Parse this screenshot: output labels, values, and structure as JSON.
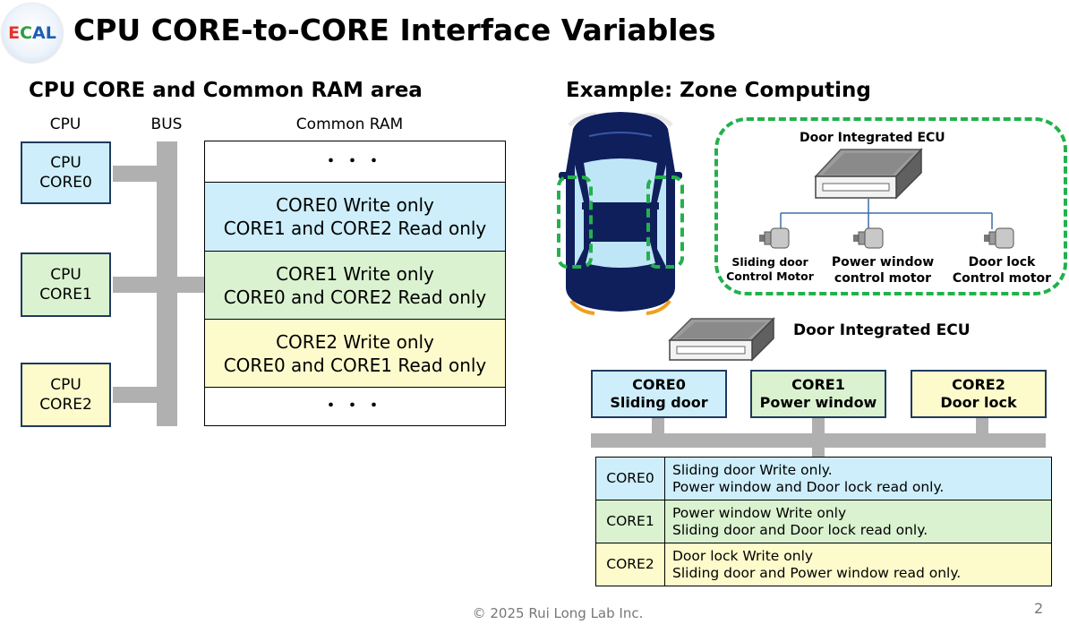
{
  "logo": {
    "e": "E",
    "c": "C",
    "a": "A",
    "l": "L"
  },
  "title": "CPU CORE-to-CORE Interface Variables",
  "left": {
    "section_title": "CPU CORE and Common RAM area",
    "col_cpu": "CPU",
    "col_bus": "BUS",
    "col_ram": "Common RAM",
    "cpus": [
      {
        "line1": "CPU",
        "line2": "CORE0"
      },
      {
        "line1": "CPU",
        "line2": "CORE1"
      },
      {
        "line1": "CPU",
        "line2": "CORE2"
      }
    ],
    "ram_rows": [
      {
        "line1": "・・・",
        "line2": ""
      },
      {
        "line1": "CORE0 Write only",
        "line2": "CORE1 and CORE2 Read only"
      },
      {
        "line1": "CORE1 Write only",
        "line2": "CORE0 and CORE2 Read only"
      },
      {
        "line1": "CORE2 Write only",
        "line2": "CORE0 and CORE1 Read only"
      },
      {
        "line1": "・・・",
        "line2": ""
      }
    ]
  },
  "right": {
    "section_title": "Example: Zone Computing",
    "zone_ecu_label": "Door Integrated ECU",
    "motors": [
      {
        "line1": "Sliding door",
        "line2": "Control Motor"
      },
      {
        "line1": "Power window",
        "line2": "control motor"
      },
      {
        "line1": "Door lock",
        "line2": "Control motor"
      }
    ],
    "ecu_label": "Door Integrated ECU",
    "cores": [
      {
        "line1": "CORE0",
        "line2": "Sliding door"
      },
      {
        "line1": "CORE1",
        "line2": "Power window"
      },
      {
        "line1": "CORE2",
        "line2": "Door lock"
      }
    ],
    "table": [
      {
        "core": "CORE0",
        "line1": "Sliding door Write only.",
        "line2": "Power window and Door lock read only."
      },
      {
        "core": "CORE1",
        "line1": "Power window Write only",
        "line2": "Sliding door and Door lock read only."
      },
      {
        "core": "CORE2",
        "line1": "Door lock Write only",
        "line2": "Sliding door and Power window read only."
      }
    ]
  },
  "colors": {
    "core0": "#cdeefa",
    "core1": "#daf2d0",
    "core2": "#fdfbcc",
    "bus": "#b0b0b0",
    "zone_border": "#22b14c",
    "car_body": "#0f1f5c"
  },
  "footer": "© 2025 Rui Long Lab Inc.",
  "page_number": "2"
}
